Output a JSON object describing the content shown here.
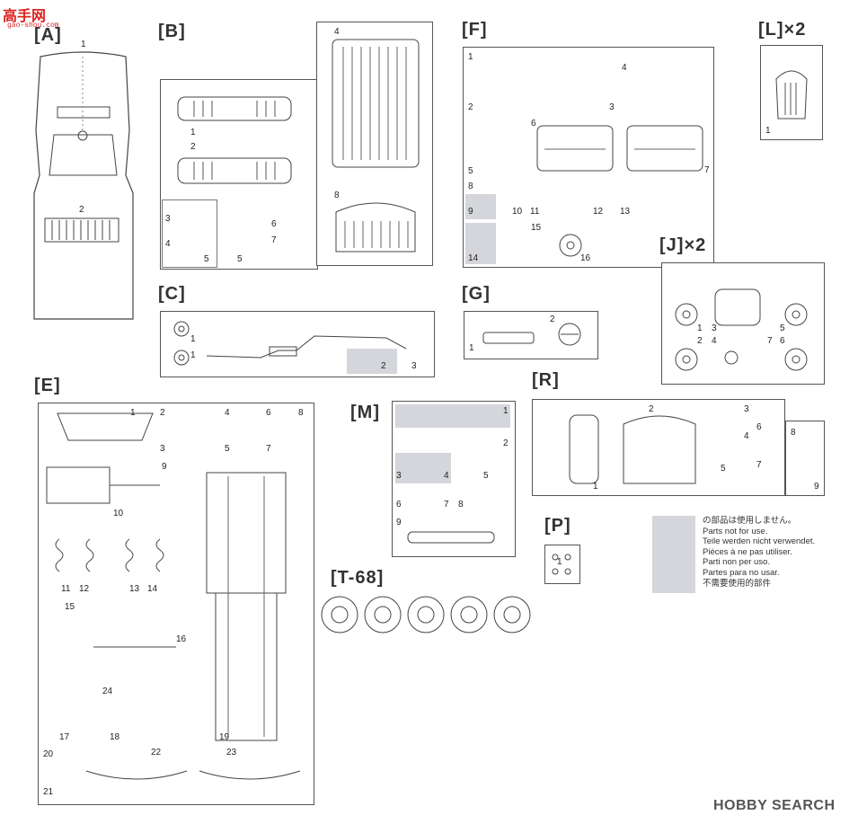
{
  "site": {
    "logo_text": "高手网",
    "logo_subtext": "gao-shou.com"
  },
  "watermark": "HOBBY SEARCH",
  "sections": {
    "A": {
      "label": "[A]",
      "parts": [
        "1",
        "2"
      ]
    },
    "B": {
      "label": "[B]",
      "parts": [
        "1",
        "2",
        "3",
        "4",
        "4",
        "5",
        "5",
        "6",
        "7",
        "8"
      ]
    },
    "C": {
      "label": "[C]",
      "parts": [
        "1",
        "1",
        "2",
        "3"
      ]
    },
    "E": {
      "label": "[E]",
      "parts": [
        "1",
        "2",
        "3",
        "4",
        "5",
        "6",
        "7",
        "8",
        "9",
        "10",
        "11",
        "12",
        "13",
        "14",
        "15",
        "16",
        "17",
        "18",
        "19",
        "20",
        "21",
        "22",
        "23",
        "24"
      ]
    },
    "F": {
      "label": "[F]",
      "parts": [
        "1",
        "2",
        "3",
        "4",
        "5",
        "6",
        "7",
        "8",
        "9",
        "10",
        "11",
        "12",
        "13",
        "14",
        "15",
        "16"
      ]
    },
    "G": {
      "label": "[G]",
      "parts": [
        "1",
        "2"
      ]
    },
    "L": {
      "label": "[L]×2",
      "parts": [
        "1"
      ]
    },
    "J": {
      "label": "[J]×2",
      "parts": [
        "1",
        "2",
        "3",
        "4",
        "5",
        "6",
        "7"
      ]
    },
    "M": {
      "label": "[M]",
      "parts": [
        "1",
        "2",
        "3",
        "4",
        "5",
        "6",
        "7",
        "8",
        "9"
      ]
    },
    "R": {
      "label": "[R]",
      "parts": [
        "1",
        "2",
        "3",
        "4",
        "5",
        "6",
        "7",
        "8",
        "9"
      ]
    },
    "P": {
      "label": "[P]",
      "parts": [
        "1"
      ]
    },
    "T": {
      "label": "[T-68]"
    }
  },
  "legend": {
    "swatch_color": "#d4d6db",
    "lines": [
      "の部品は使用しません。",
      "Parts not for use.",
      "Teile werden nicht verwendet.",
      "Pièces à ne pas utiliser.",
      "Parti non per uso.",
      "Partes para no usar.",
      "不需要使用的部件"
    ]
  }
}
